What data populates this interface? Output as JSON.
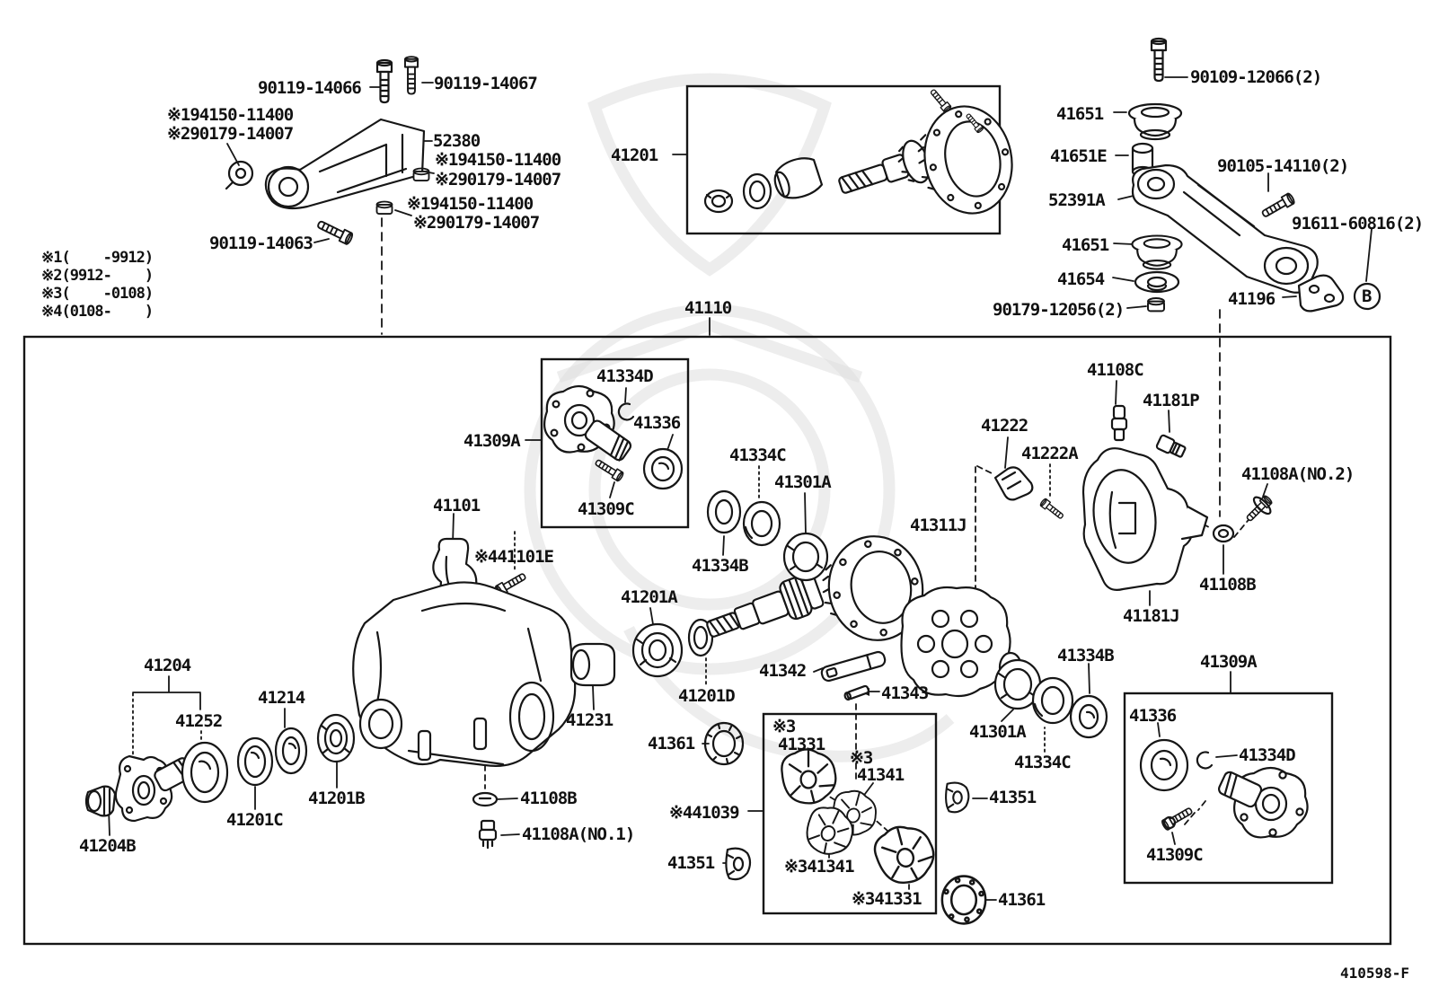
{
  "page": {
    "footer_code": "410598-F"
  },
  "legend": {
    "note1": "※1(    -9912)",
    "note2": "※2(9912-    )",
    "note3": "※3(    -0108)",
    "note4": "※4(0108-    )"
  },
  "callouts": {
    "b90119_14066": "90119-14066",
    "b90119_14067": "90119-14067",
    "n194150_a": "※194150-11400",
    "n290179_a": "※290179-14007",
    "p52380": "52380",
    "n194150_b": "※194150-11400",
    "n290179_b": "※290179-14007",
    "n194150_c": "※194150-11400",
    "n290179_c": "※290179-14007",
    "b90119_14063": "90119-14063",
    "p41201": "41201",
    "b90109_12066": "90109-12066(2)",
    "p41651_a": "41651",
    "p41651e": "41651E",
    "b90105_14110": "90105-14110(2)",
    "p52391a": "52391A",
    "b91611_60816": "91611-60816(2)",
    "p41651_b": "41651",
    "p41654": "41654",
    "b90179_12056": "90179-12056(2)",
    "p41196": "41196",
    "view_b": "B",
    "p41110": "41110",
    "p41334d_top": "41334D",
    "p41336_top": "41336",
    "p41309a_top": "41309A",
    "p41309c_top": "41309C",
    "p41101": "41101",
    "p441101e": "※441101E",
    "p41334c_top": "41334C",
    "p41301a_top": "41301A",
    "p41334b_top": "41334B",
    "p41201a": "41201A",
    "p41311j": "41311J",
    "p41222": "41222",
    "p41222a": "41222A",
    "p41108c": "41108C",
    "p41181p": "41181P",
    "p41108a_no2": "41108A(NO.2)",
    "p41108b_right": "41108B",
    "p41181j": "41181J",
    "p41342": "41342",
    "p41343": "41343",
    "p41201d": "41201D",
    "p41231": "41231",
    "p41361_left": "41361",
    "p41204": "41204",
    "p41252": "41252",
    "p41214": "41214",
    "p41201b": "41201B",
    "p41201c": "41201C",
    "p41204b": "41204B",
    "p41108b_bottom": "41108B",
    "p41108a_no1": "41108A(NO.1)",
    "p441039": "※441039",
    "note3_a": "※3",
    "p41331": "41331",
    "note3_b": "※3",
    "p41341": "41341",
    "p341341": "※341341",
    "p341331": "※341331",
    "p41351_left": "41351",
    "p41351_right": "41351",
    "p41361_right": "41361",
    "p41301a_bottom": "41301A",
    "p41334c_bottom": "41334C",
    "p41334b_bottom": "41334B",
    "p41309a_bottom": "41309A",
    "p41336_bottom": "41336",
    "p41334d_bottom": "41334D",
    "p41309c_bottom": "41309C"
  }
}
